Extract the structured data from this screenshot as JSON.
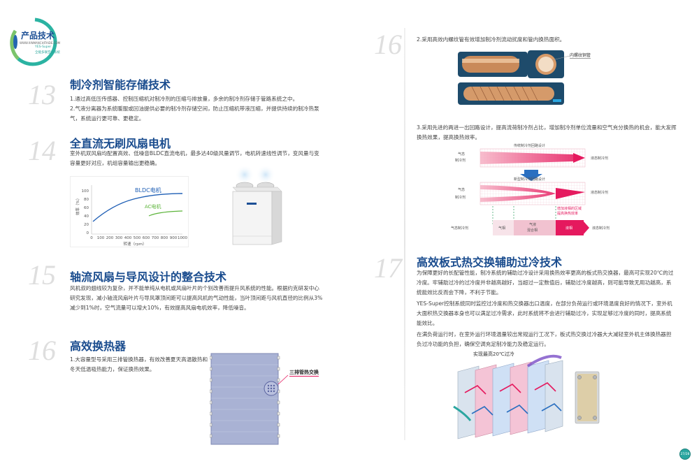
{
  "logo": {
    "title": "产品技术",
    "url": "WWW.XINMANCHITAIDE.COM",
    "sub1": "YES-Super",
    "sub2": "全能多联空调系统"
  },
  "sections": {
    "s13": {
      "num": "13",
      "title": "制冷剂智能存储技术",
      "lines": [
        "1.通过高低压传感器、控制压缩机对制冷剂的压缩与排放量，多余的制冷剂存储于管路系统之中。",
        "2.气液分离器为系统暖服或回油提供必要的制冷剂存储空间，防止压缩机带液压缩，并提供持续的制冷热泵",
        "气，系统运行更可靠、更稳定。"
      ]
    },
    "s14": {
      "num": "14",
      "title": "全直流无刷风扇电机",
      "lines": [
        "室外机双风扇均配置高效、低噪音BLDC直流电机，最多达40级风量调节，电机转速线性调节，变风量与变",
        "容量更好对应，机组容量输出更稳确。"
      ]
    },
    "s15": {
      "num": "15",
      "title": "轴流风扇与导风设计的整合技术",
      "lines": [
        "风机叔的翅线较为复杂，并不能单纯从电机或风扇叶片的个别改善而提升风系统的性能。根据约克研发中心",
        "研究发现，减小轴流风扇叶片与导风罩顶间距可以提高风机的气动性能，当叶顶间距与风机直径的比例从3%",
        "减少到1%时，空气流量可以增大10%，有效提高风扇电机效率，降低噪音。"
      ]
    },
    "s16": {
      "num": "16",
      "title": "高效换热器",
      "lines": [
        "1.大容量型号采用三排管换热器，有效改善夏天高温散热和",
        "冬天低温吸热能力，保证换热效果。"
      ],
      "callout": "三排管热交换"
    },
    "s16b": {
      "num": "16",
      "line2": "2.采用高效内螺纹管有效增加制冷剂流动扰度和管内换热面积。",
      "tube_label": "内螺纹铜管",
      "line3a": "3.采用先进的两进一出回路设计，提高流荷制冷剂占比，增加制冷剂单位流量和空气充分换热的机会，能大发挥",
      "line3b": "换热效果，提高换热效率。"
    },
    "s17": {
      "num": "17",
      "title": "高效板式热交换辅助过冷技术",
      "lines": [
        "为保障更好的长配管性能，制冷系统的辅助过冷设计采用换热效率更高的板式热交换器，最高可实现20℃的过",
        "冷度。牢辅助过冷的过冷度并非越高越好，当超过一定数值后，辅助过冷度越高，则可能导致无用功越高，系",
        "统能效比反而会下降，不利于节能。"
      ],
      "lines2": [
        "YES-Super控制系统同时监控过冷度和热交换器出口温度，在部分负荷运行或环境温度良好的情况下，室外机",
        "大面积热交换器本身也可以满足过冷需求，此时系统将不会进行辅助过冷，实现足够过冷度的同时，提高系统",
        "能效比。"
      ],
      "lines3": [
        "在满负荷运行时，在室外运行环境温量较出常规运行工况下，板式热交换过冷器大大减轻室外机主体换热器担",
        "负过冷功能的负担，确保空调充足制冷能力及稳定运行。"
      ],
      "plate_label": "实现最高20℃过冷"
    }
  },
  "chart": {
    "legend_bldc": "BLDC电机",
    "legend_ac": "AC电机",
    "ylabel": "效率（%）",
    "xlabel": "转速（rpm）",
    "yticks": [
      "100",
      "80",
      "60",
      "40",
      "20",
      "0"
    ],
    "xticks": [
      "0",
      "100",
      "200",
      "300",
      "400",
      "500",
      "600",
      "700",
      "800",
      "900",
      "1000"
    ]
  },
  "flow": {
    "top_title": "传统制冷剂回路设计",
    "mid_title": "新型制冷剂回路设计",
    "in1": "气态",
    "in2": "制冷剂",
    "out1": "液态制冷剂",
    "in3": "气态",
    "in4": "制冷剂",
    "out2": "液态制冷剂",
    "note1": "增加液相的区域",
    "note2": "提高换热效率",
    "bar_left": "气态制冷剂",
    "bar_gas": "气相",
    "bar_mix1": "气液",
    "bar_mix2": "混合相",
    "bar_liquid": "液相",
    "bar_right": "液态制冷剂"
  },
  "page_badge": "27/28",
  "colors": {
    "heading": "#1a4c8e",
    "accent_red": "#e5195e",
    "teal": "#2aa6a0"
  }
}
